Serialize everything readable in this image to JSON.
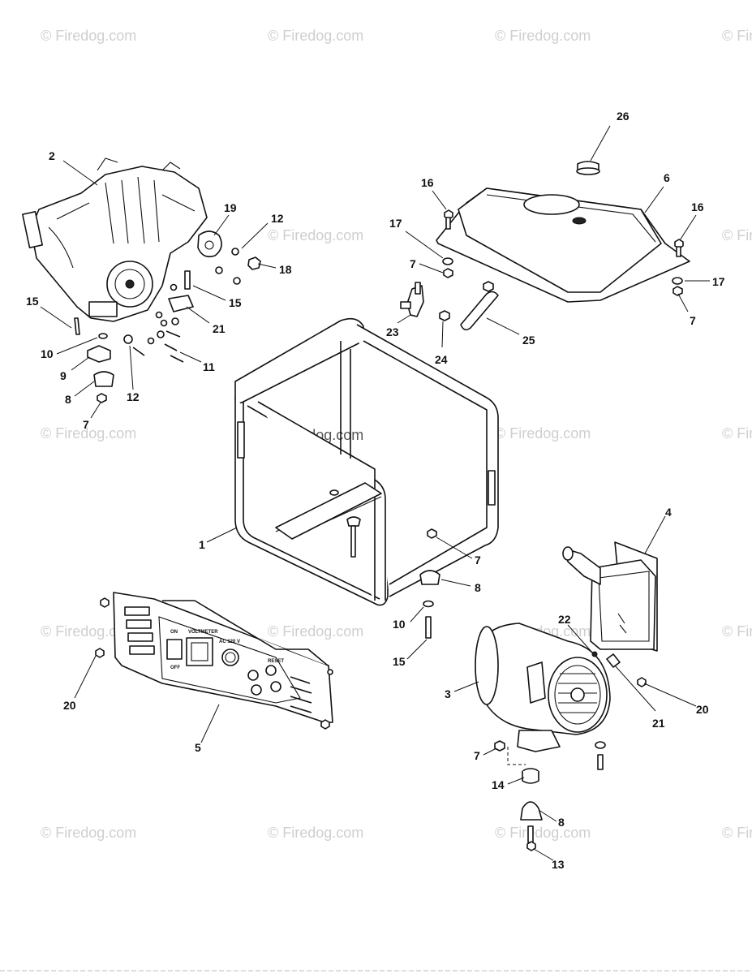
{
  "watermark": {
    "text": "© Firedog.com"
  },
  "callouts": [
    "1",
    "2",
    "3",
    "4",
    "5",
    "6",
    "7",
    "8",
    "9",
    "10",
    "11",
    "12",
    "13",
    "14",
    "15",
    "16",
    "17",
    "18",
    "19",
    "20",
    "21",
    "22",
    "23",
    "24",
    "25",
    "26"
  ],
  "panel_labels": {
    "on": "ON",
    "off": "OFF",
    "voltmeter": "VOLTMETER",
    "ac": "AC 120 V",
    "reset": "RESET"
  }
}
